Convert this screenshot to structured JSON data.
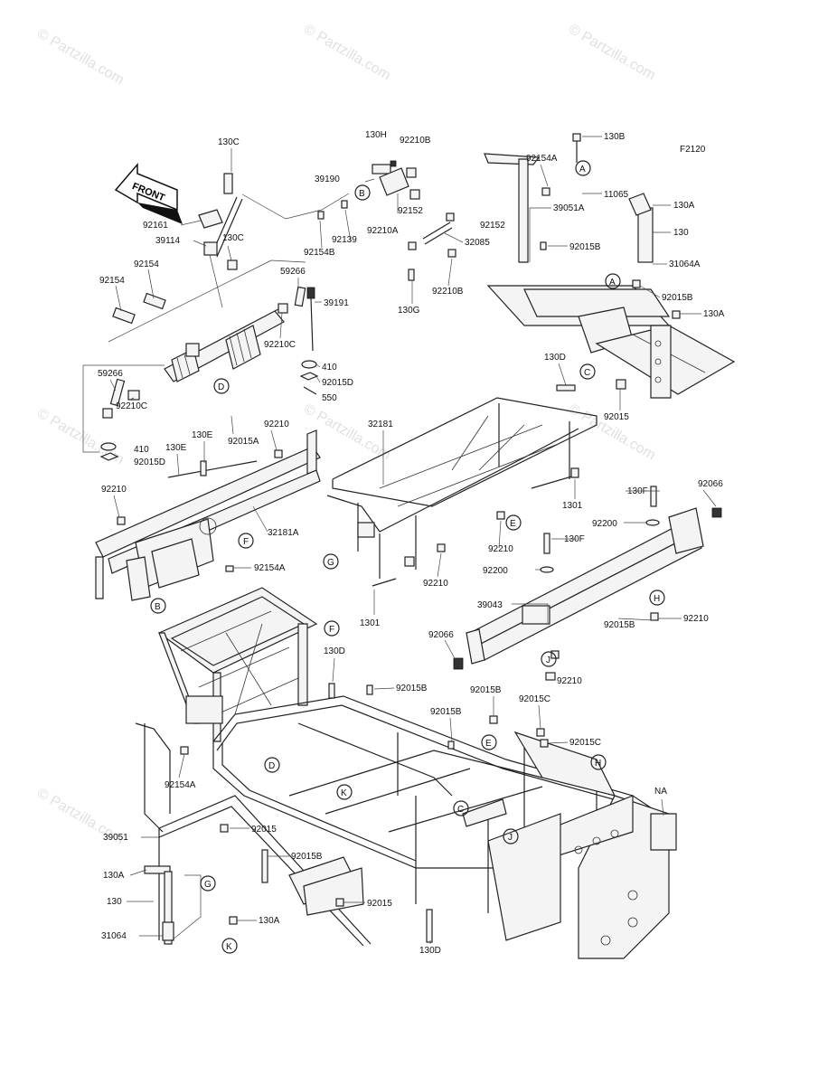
{
  "figure_code": "F2120",
  "front_label": "FRONT",
  "watermarks": [
    "© Partzilla.com",
    "© Partzilla.com",
    "© Partzilla.com",
    "© Partzilla.com",
    "© Partzilla.com",
    "© Partzilla.com",
    "© Partzilla.com"
  ],
  "part_labels": [
    {
      "id": "p1",
      "text": "130C"
    },
    {
      "id": "p2",
      "text": "130H"
    },
    {
      "id": "p3",
      "text": "92210B"
    },
    {
      "id": "p4",
      "text": "39190"
    },
    {
      "id": "p5",
      "text": "92152"
    },
    {
      "id": "p6",
      "text": "92152"
    },
    {
      "id": "p7",
      "text": "92161"
    },
    {
      "id": "p8",
      "text": "39114"
    },
    {
      "id": "p9",
      "text": "130C"
    },
    {
      "id": "p10",
      "text": "92154B"
    },
    {
      "id": "p11",
      "text": "92139"
    },
    {
      "id": "p12",
      "text": "92210A"
    },
    {
      "id": "p13",
      "text": "32085"
    },
    {
      "id": "p14",
      "text": "92210B"
    },
    {
      "id": "p15",
      "text": "130G"
    },
    {
      "id": "p16",
      "text": "130B"
    },
    {
      "id": "p17",
      "text": "92154A"
    },
    {
      "id": "p18",
      "text": "11065"
    },
    {
      "id": "p19",
      "text": "39051A"
    },
    {
      "id": "p20",
      "text": "130A"
    },
    {
      "id": "p21",
      "text": "130"
    },
    {
      "id": "p22",
      "text": "92015B"
    },
    {
      "id": "p23",
      "text": "31064A"
    },
    {
      "id": "p24",
      "text": "92015B"
    },
    {
      "id": "p25",
      "text": "130A"
    },
    {
      "id": "p26",
      "text": "130D"
    },
    {
      "id": "p27",
      "text": "92015"
    },
    {
      "id": "p28",
      "text": "92154"
    },
    {
      "id": "p29",
      "text": "92154"
    },
    {
      "id": "p30",
      "text": "59266"
    },
    {
      "id": "p31",
      "text": "39191"
    },
    {
      "id": "p32",
      "text": "92210C"
    },
    {
      "id": "p33",
      "text": "410"
    },
    {
      "id": "p34",
      "text": "92015D"
    },
    {
      "id": "p35",
      "text": "550"
    },
    {
      "id": "p36",
      "text": "59266"
    },
    {
      "id": "p37",
      "text": "92210C"
    },
    {
      "id": "p38",
      "text": "92210"
    },
    {
      "id": "p39",
      "text": "92015A"
    },
    {
      "id": "p40",
      "text": "32181"
    },
    {
      "id": "p41",
      "text": "410"
    },
    {
      "id": "p42",
      "text": "130E"
    },
    {
      "id": "p43",
      "text": "130E"
    },
    {
      "id": "p44",
      "text": "92015D"
    },
    {
      "id": "p45",
      "text": "92210"
    },
    {
      "id": "p46",
      "text": "32181A"
    },
    {
      "id": "p47",
      "text": "1301"
    },
    {
      "id": "p48",
      "text": "130F"
    },
    {
      "id": "p49",
      "text": "92066"
    },
    {
      "id": "p50",
      "text": "92200"
    },
    {
      "id": "p51",
      "text": "92210"
    },
    {
      "id": "p52",
      "text": "130F"
    },
    {
      "id": "p53",
      "text": "92154A"
    },
    {
      "id": "p54",
      "text": "92210"
    },
    {
      "id": "p55",
      "text": "92200"
    },
    {
      "id": "p56",
      "text": "1301"
    },
    {
      "id": "p57",
      "text": "39043"
    },
    {
      "id": "p58",
      "text": "92015B"
    },
    {
      "id": "p59",
      "text": "92210"
    },
    {
      "id": "p60",
      "text": "92066"
    },
    {
      "id": "p61",
      "text": "92210"
    },
    {
      "id": "p62",
      "text": "130D"
    },
    {
      "id": "p63",
      "text": "92015B"
    },
    {
      "id": "p64",
      "text": "92015B"
    },
    {
      "id": "p65",
      "text": "92015C"
    },
    {
      "id": "p66",
      "text": "92015B"
    },
    {
      "id": "p67",
      "text": "92015C"
    },
    {
      "id": "p68",
      "text": "92154A"
    },
    {
      "id": "p69",
      "text": "NA"
    },
    {
      "id": "p70",
      "text": "39051"
    },
    {
      "id": "p71",
      "text": "92015"
    },
    {
      "id": "p72",
      "text": "92015B"
    },
    {
      "id": "p73",
      "text": "130A"
    },
    {
      "id": "p74",
      "text": "130"
    },
    {
      "id": "p75",
      "text": "92015"
    },
    {
      "id": "p76",
      "text": "31064"
    },
    {
      "id": "p77",
      "text": "130A"
    },
    {
      "id": "p78",
      "text": "130D"
    }
  ],
  "callouts": [
    {
      "id": "c1",
      "letter": "A"
    },
    {
      "id": "c2",
      "letter": "A"
    },
    {
      "id": "c3",
      "letter": "B"
    },
    {
      "id": "c4",
      "letter": "B"
    },
    {
      "id": "c5",
      "letter": "C"
    },
    {
      "id": "c6",
      "letter": "C"
    },
    {
      "id": "c7",
      "letter": "D"
    },
    {
      "id": "c8",
      "letter": "D"
    },
    {
      "id": "c9",
      "letter": "E"
    },
    {
      "id": "c10",
      "letter": "E"
    },
    {
      "id": "c11",
      "letter": "F"
    },
    {
      "id": "c12",
      "letter": "F"
    },
    {
      "id": "c13",
      "letter": "G"
    },
    {
      "id": "c14",
      "letter": "G"
    },
    {
      "id": "c15",
      "letter": "H"
    },
    {
      "id": "c16",
      "letter": "H"
    },
    {
      "id": "c17",
      "letter": "J"
    },
    {
      "id": "c18",
      "letter": "J"
    },
    {
      "id": "c19",
      "letter": "K"
    },
    {
      "id": "c20",
      "letter": "K"
    }
  ]
}
